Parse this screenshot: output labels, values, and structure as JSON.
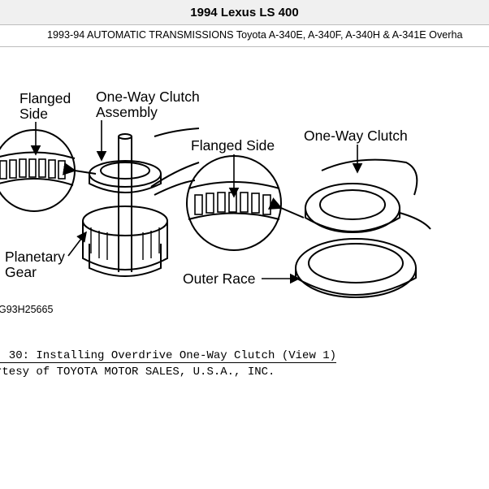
{
  "header": {
    "title": "1994 Lexus LS 400",
    "subtitle": "1993-94 AUTOMATIC TRANSMISSIONS Toyota A-340E, A-340F, A-340H & A-341E Overha"
  },
  "figure": {
    "labels": {
      "flanged_side_line1": "Flanged",
      "flanged_side_line2": "Side",
      "clutch_assembly_line1": "One-Way Clutch",
      "clutch_assembly_line2": "Assembly",
      "flanged_side_right": "Flanged Side",
      "one_way_clutch": "One-Way Clutch",
      "planetary_line1": "Planetary",
      "planetary_line2": "Gear",
      "outer_race": "Outer Race"
    },
    "code": "G93H25665"
  },
  "caption": {
    "title": ". 30: Installing Overdrive One-Way Clutch (View 1)",
    "courtesy": "rtesy of TOYOTA MOTOR SALES, U.S.A., INC."
  }
}
